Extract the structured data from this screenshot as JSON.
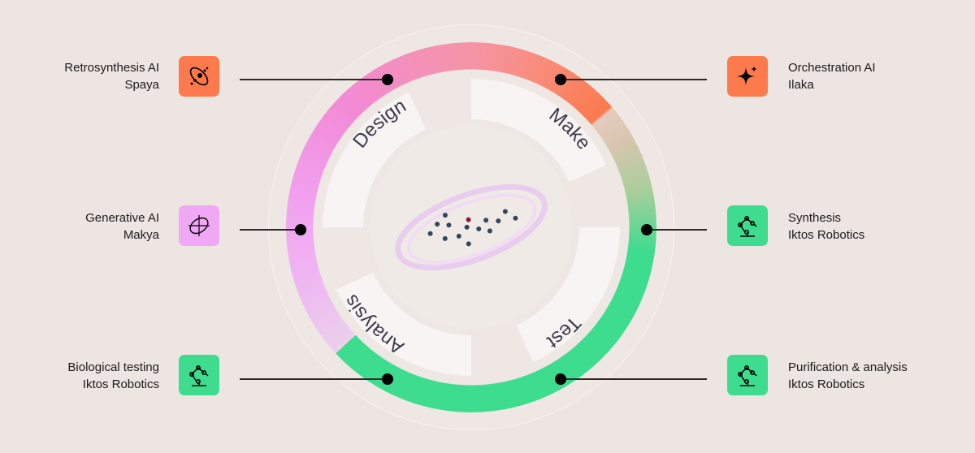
{
  "stages": {
    "design": "Design",
    "make": "Make",
    "test": "Test",
    "analysis": "Analysis"
  },
  "tools": [
    {
      "title": "Retrosynthesis AI",
      "subtitle": "Spaya",
      "icon": "orbit-icon",
      "color": "#fc7a4c"
    },
    {
      "title": "Generative AI",
      "subtitle": "Makya",
      "icon": "crosshair-ellipse-icon",
      "color": "#f0a8f4"
    },
    {
      "title": "Biological testing",
      "subtitle": "Iktos Robotics",
      "icon": "robot-arm-icon",
      "color": "#3ddc8f"
    },
    {
      "title": "Orchestration AI",
      "subtitle": "Ilaka",
      "icon": "sparkle-icon",
      "color": "#fc7a4c"
    },
    {
      "title": "Synthesis",
      "subtitle": "Iktos Robotics",
      "icon": "robot-arm-icon",
      "color": "#3ddc8f"
    },
    {
      "title": "Purification & analysis",
      "subtitle": "Iktos Robotics",
      "icon": "robot-arm-icon",
      "color": "#3ddc8f"
    }
  ]
}
